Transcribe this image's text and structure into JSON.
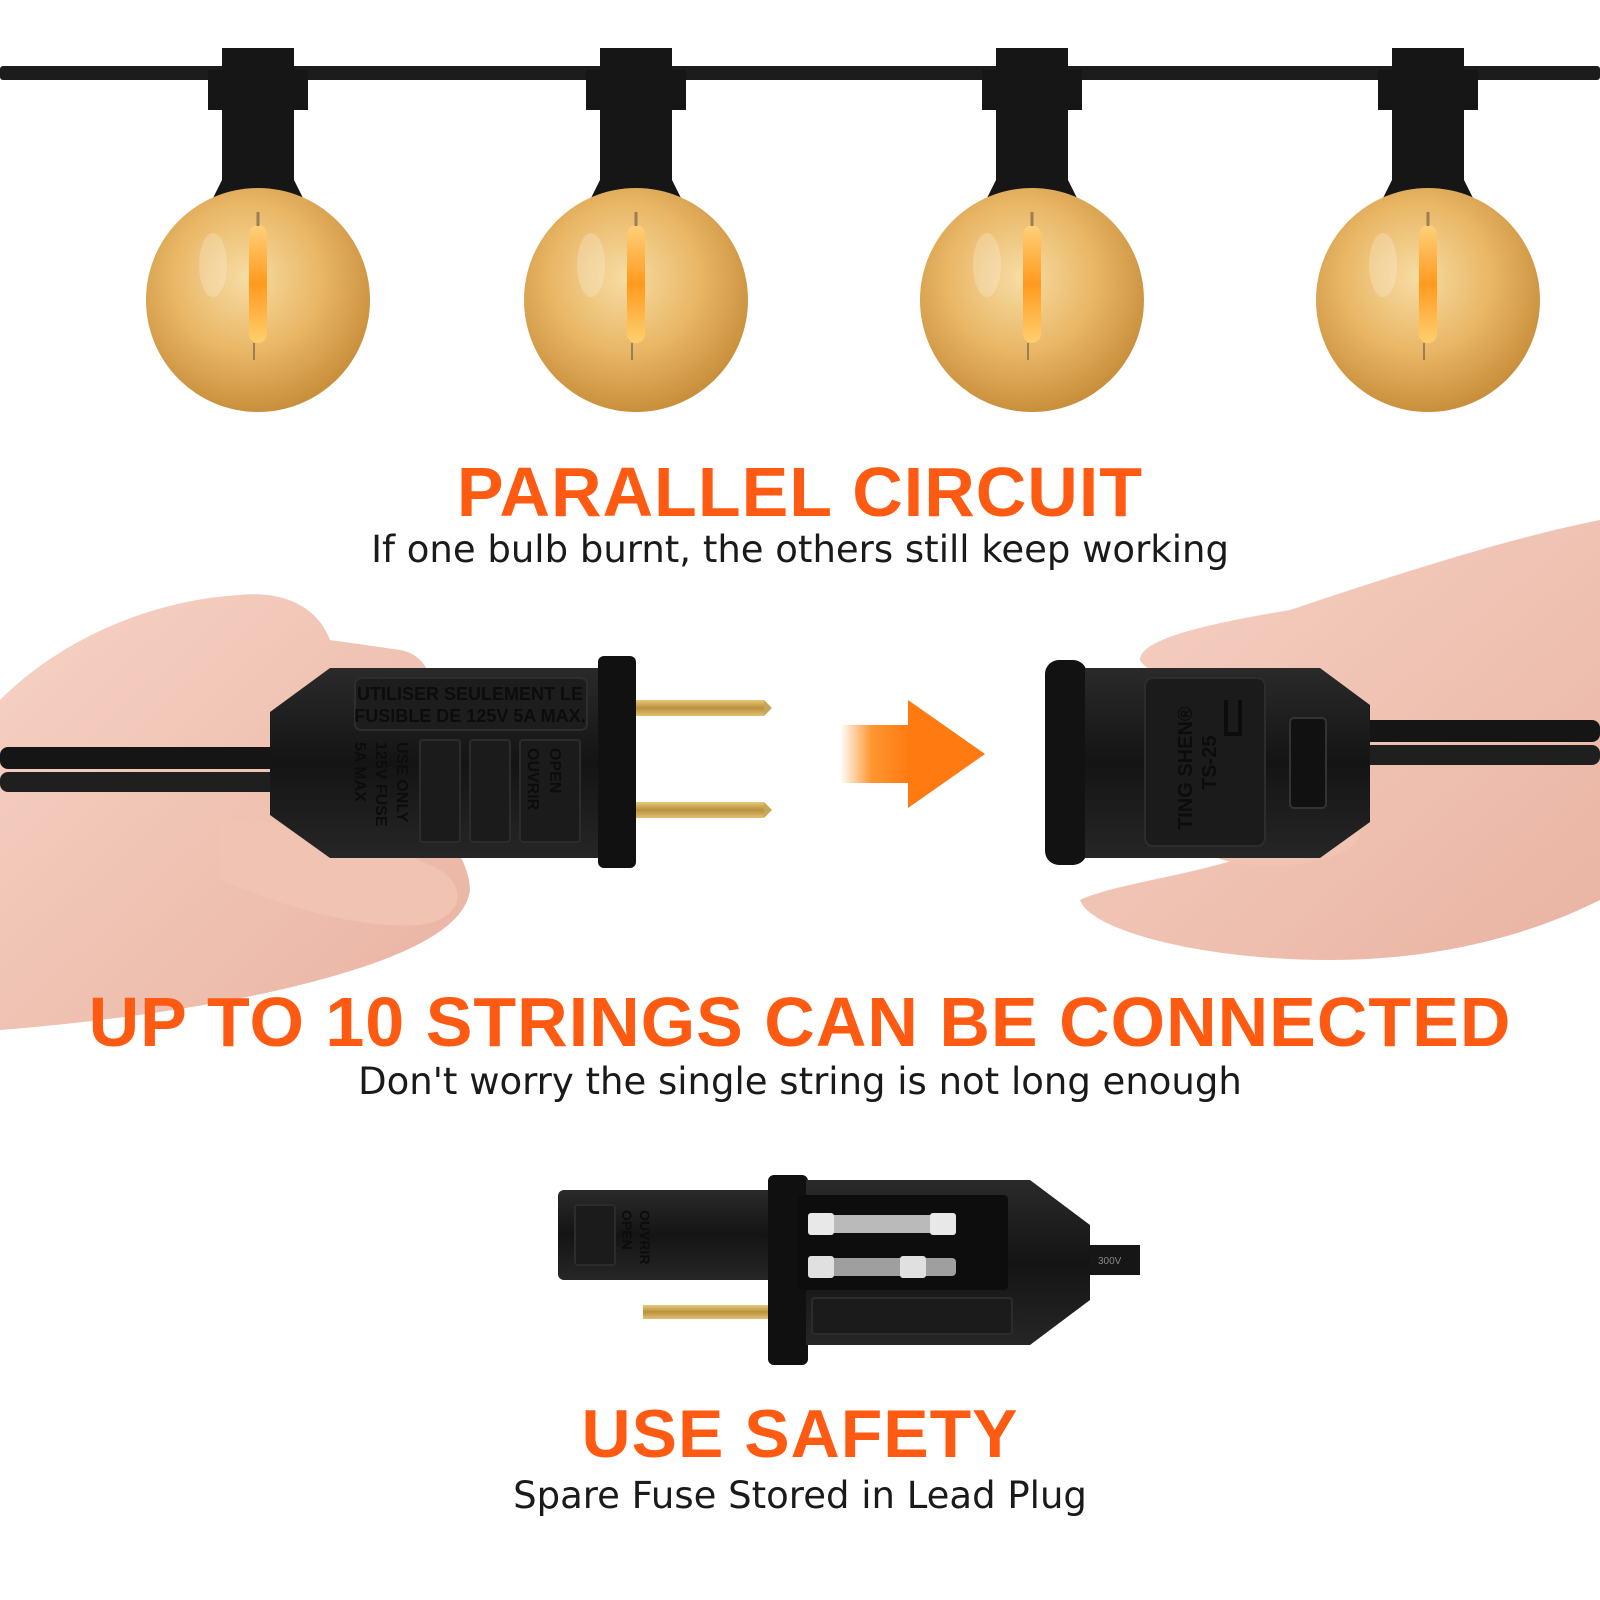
{
  "sections": {
    "parallel": {
      "headline": "PARALLEL CIRCUIT",
      "subtext": "If one bulb burnt, the others still keep working"
    },
    "connect": {
      "headline": "UP TO 10 STRINGS CAN BE CONNECTED",
      "subtext": "Don't worry the single string is not long enough"
    },
    "safety": {
      "headline": "USE SAFETY",
      "subtext": "Spare Fuse Stored in Lead Plug"
    }
  },
  "plug_markings": {
    "male_top_line1": "UTILISER SEULEMENT LE",
    "male_top_line2": "FUSIBLE DE 125V 5A MAX.",
    "male_side_1": "USE ONLY",
    "male_side_2": "125V FUSE",
    "male_side_3": "5A MAX",
    "open_1": "OPEN",
    "open_2": "OUVRIR",
    "female_brand": "TING SHEN®",
    "female_model": "TS-25",
    "cable_mark": "300V"
  },
  "colors": {
    "accent": "#ff5a12",
    "text": "#1a1a1a",
    "bulb_glass": "#e9b766",
    "filament": "#ff9a1e",
    "plug_black": "#161616"
  },
  "icons": [
    "bulb-icon",
    "arrow-right-icon",
    "plug-icon",
    "socket-icon",
    "fuse-icon",
    "hand-icon"
  ]
}
